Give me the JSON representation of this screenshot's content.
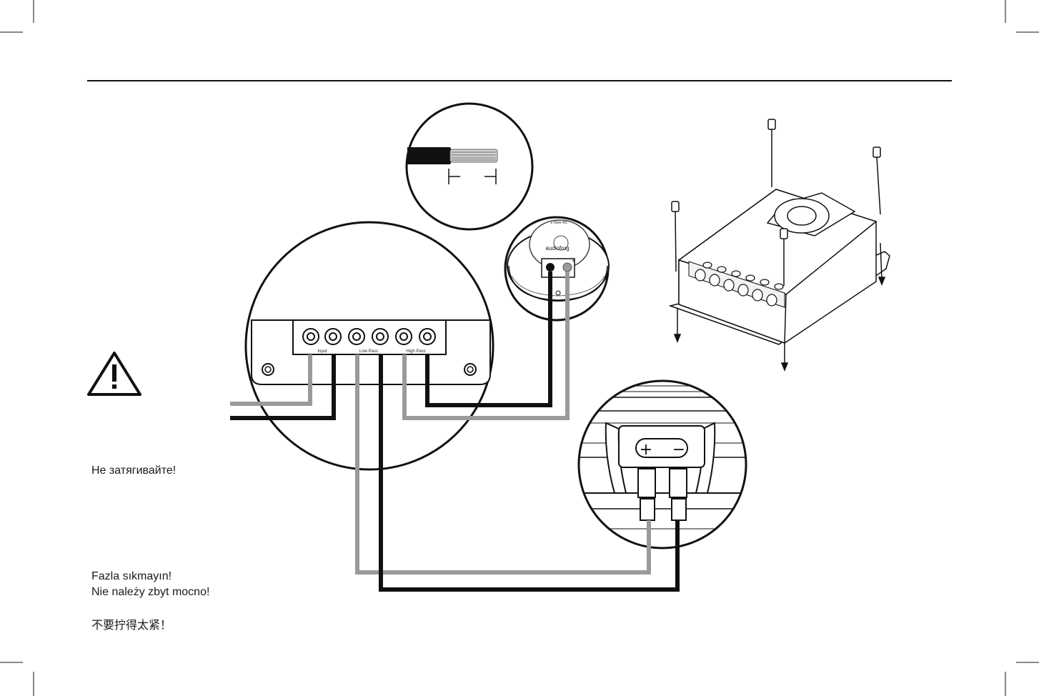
{
  "warnings": {
    "ru": "Не затягивайте!",
    "tr": "Fazla sıkmayın!",
    "pl": "Nie należy zbyt mocno!",
    "zh": "不要拧得太紧！"
  },
  "crossover_terminals": {
    "input": "Input",
    "low_pass": "Low Pass",
    "high_pass": "High Pass"
  },
  "tweeter": {
    "brand": "audiofrog",
    "impedance": "Z Nom 4Ω",
    "plus": "+",
    "minus": "−"
  },
  "woofer": {
    "plus": "+",
    "minus": "−"
  },
  "colors": {
    "wire_positive": "#9a9a9a",
    "wire_negative": "#111111",
    "line": "#111111"
  }
}
